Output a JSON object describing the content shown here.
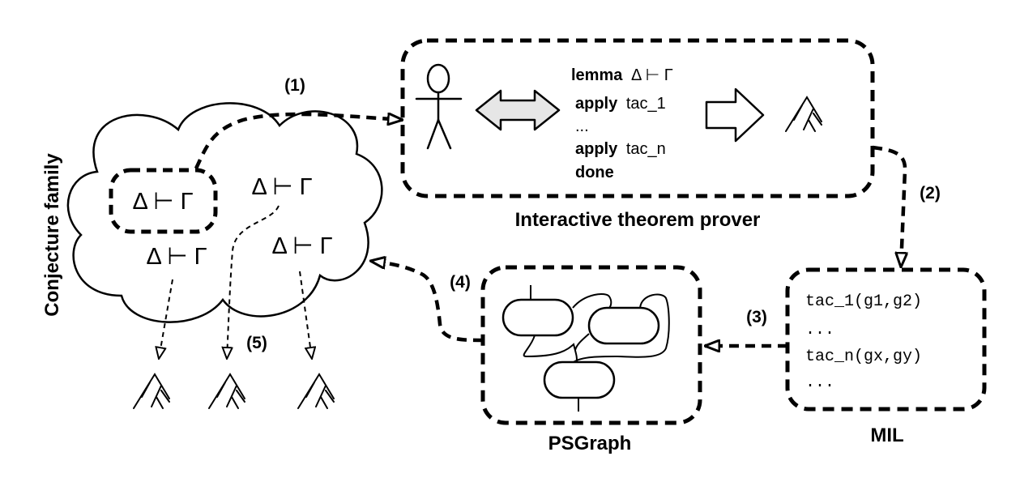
{
  "labels": {
    "conjecture_family": "Conjecture family",
    "itp": "Interactive theorem prover",
    "psgraph": "PSGraph",
    "mil": "MIL"
  },
  "steps": {
    "s1": "(1)",
    "s2": "(2)",
    "s3": "(3)",
    "s4": "(4)",
    "s5": "(5)"
  },
  "conjectures": {
    "c1": "Δ ⊢ Γ",
    "c2": "Δ ⊢ Γ",
    "c3": "Δ ⊢ Γ",
    "c4": "Δ ⊢ Γ"
  },
  "proof_script": {
    "lemma_kw": "lemma",
    "lemma_rest": "Δ ⊢ Γ",
    "apply1_kw": "apply",
    "apply1_rest": "tac_1",
    "ellipsis": "...",
    "apply2_kw": "apply",
    "apply2_rest": "tac_n",
    "done": "done"
  },
  "mil_lines": {
    "l1": "tac_1(g1,g2)",
    "l2": "...",
    "l3": "tac_n(gx,gy)",
    "l4": "..."
  },
  "colors": {
    "stroke": "#000000",
    "double_arrow_fill": "#e6e6e6"
  },
  "icons": [
    "stick-figure-icon",
    "double-arrow-icon",
    "right-arrow-icon",
    "proof-tree-icon"
  ]
}
